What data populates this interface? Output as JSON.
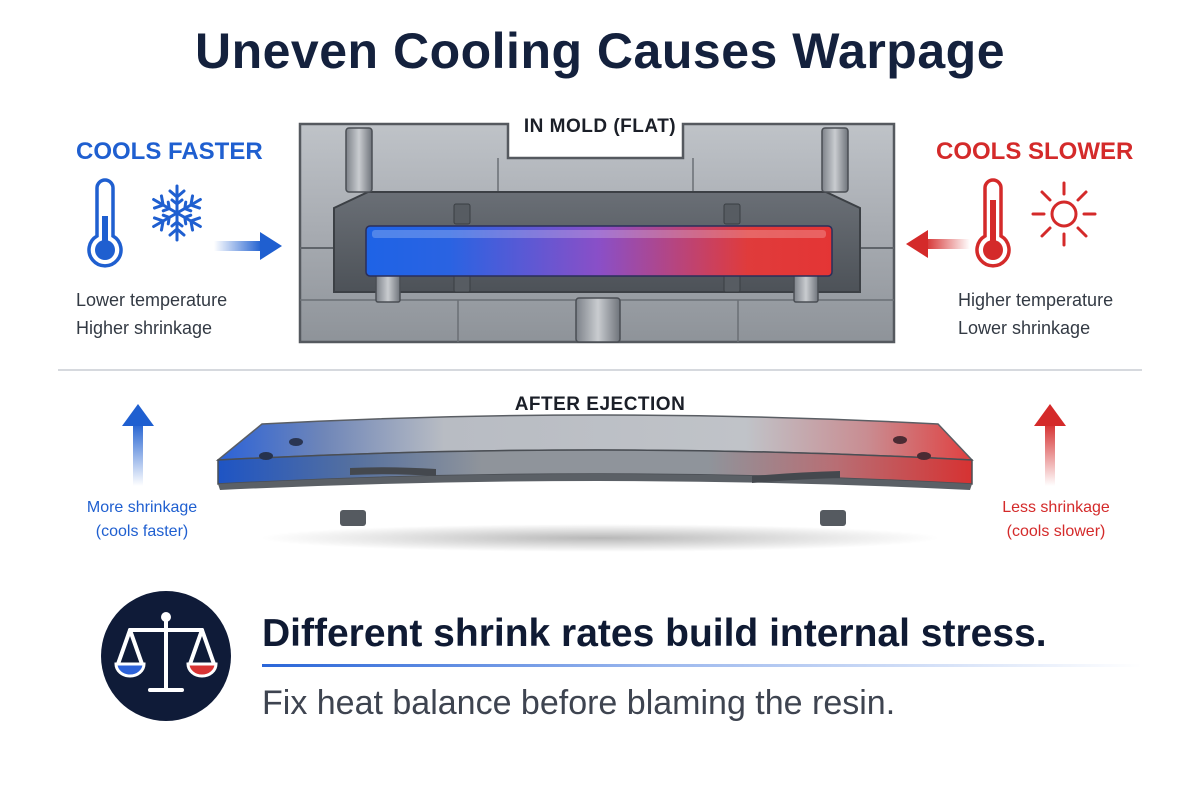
{
  "title": "Uneven Cooling Causes Warpage",
  "left_panel": {
    "heading": "COOLS FASTER",
    "lines": [
      "Lower temperature",
      "Higher shrinkage"
    ]
  },
  "right_panel": {
    "heading": "COOLS SLOWER",
    "lines": [
      "Higher temperature",
      "Lower shrinkage"
    ]
  },
  "mold_label": "IN MOLD (FLAT)",
  "ejection_label": "AFTER EJECTION",
  "left_shrink": [
    "More shrinkage",
    "(cools faster)"
  ],
  "right_shrink": [
    "Less shrinkage",
    "(cools slower)"
  ],
  "headline": "Different shrink rates build internal stress.",
  "subline": "Fix heat balance before blaming the resin.",
  "icons": {
    "left_thermometer": "thermometer-cold-icon",
    "snowflake": "snowflake-icon",
    "right_thermometer": "thermometer-hot-icon",
    "sun": "sun-icon",
    "scales": "balance-scale-icon"
  },
  "colors": {
    "cool": "#1f5fd0",
    "warm": "#d42a2a",
    "navy": "#14213d"
  }
}
